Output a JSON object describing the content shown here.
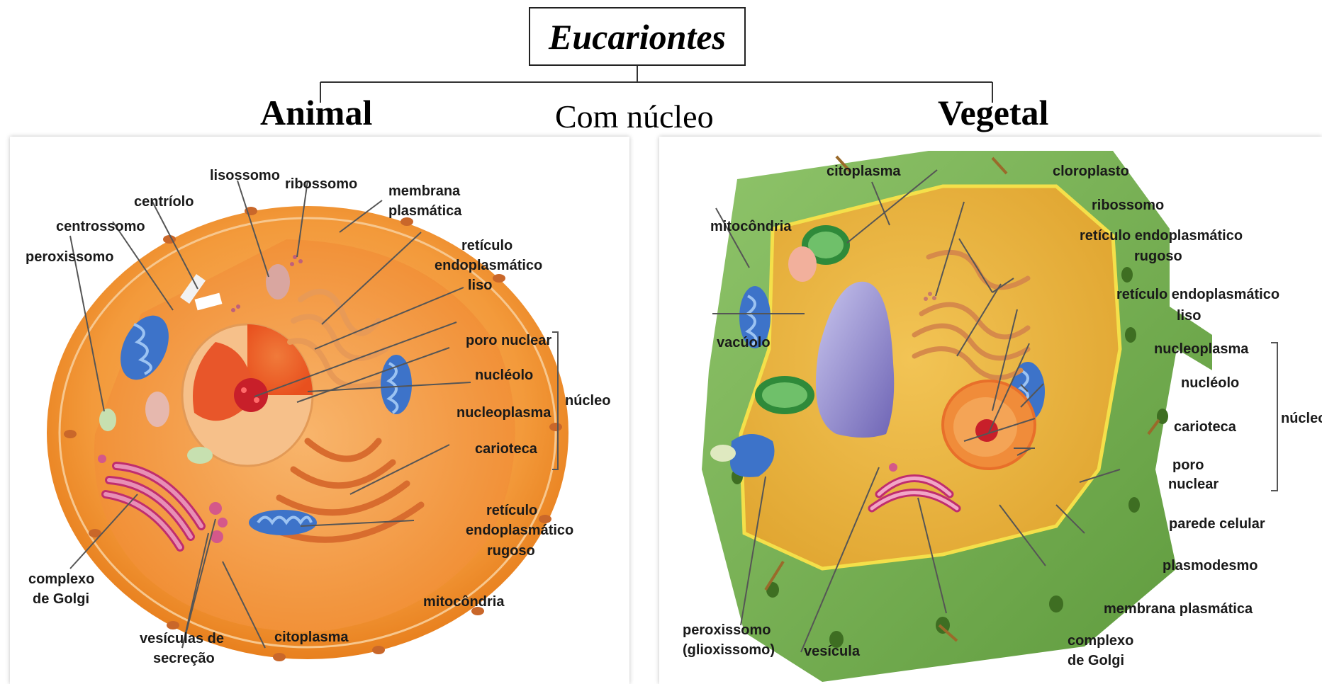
{
  "title": "Eucariontes",
  "subtitle": "Com núcleo",
  "animal": {
    "heading": "Animal",
    "labels": {
      "lisossomo": "lisossomo",
      "ribossomo": "ribossomo",
      "centriolo": "centríolo",
      "membrana_1": "membrana",
      "membrana_2": "plasmática",
      "centrossomo": "centrossomo",
      "peroxissomo": "peroxissomo",
      "rel_1": "retículo",
      "rel_2": "endoplasmático",
      "rel_3": "liso",
      "poro_nuclear": "poro nuclear",
      "nucleolo": "nucléolo",
      "nucleo": "núcleo",
      "nucleoplasma": "nucleoplasma",
      "carioteca": "carioteca",
      "rer_1": "retículo",
      "rer_2": "endoplasmático",
      "rer_3": "rugoso",
      "golgi_1": "complexo",
      "golgi_2": "de Golgi",
      "mitocondria": "mitocôndria",
      "vesiculas_1": "vesículas de",
      "vesiculas_2": "secreção",
      "citoplasma": "citoplasma"
    }
  },
  "vegetal": {
    "heading": "Vegetal",
    "labels": {
      "citoplasma": "citoplasma",
      "cloroplasto": "cloroplasto",
      "ribossomo": "ribossomo",
      "mitocondria": "mitocôndria",
      "rer_1": "retículo endoplasmático",
      "rer_2": "rugoso",
      "rel_1": "retículo endoplasmático",
      "rel_2": "liso",
      "vacuolo": "vacúolo",
      "nucleoplasma": "nucleoplasma",
      "nucleolo": "nucléolo",
      "nucleo": "núcleo",
      "carioteca": "carioteca",
      "poro_1": "poro",
      "poro_2": "nuclear",
      "parede": "parede celular",
      "plasmodesmo": "plasmodesmo",
      "membrana": "membrana plasmática",
      "perox_1": "peroxissomo",
      "perox_2": "(glioxissomo)",
      "vesicula": "vesícula",
      "golgi_1": "complexo",
      "golgi_2": "de Golgi"
    }
  }
}
